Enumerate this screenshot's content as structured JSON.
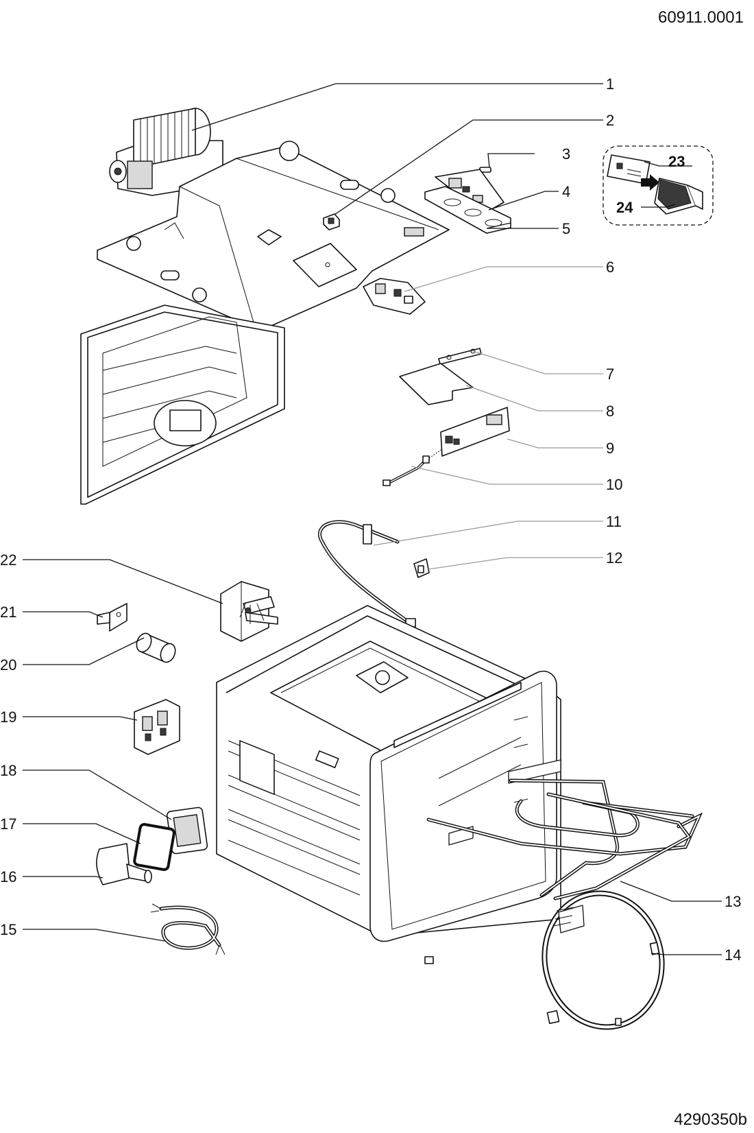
{
  "header": {
    "doc_number": "60911.0001"
  },
  "footer": {
    "drawing_number": "4290350b"
  },
  "callouts": {
    "c1": "1",
    "c2": "2",
    "c3": "3",
    "c4": "4",
    "c5": "5",
    "c6": "6",
    "c7": "7",
    "c8": "8",
    "c9": "9",
    "c10": "10",
    "c11": "11",
    "c12": "12",
    "c13": "13",
    "c14": "14",
    "c15": "15",
    "c16": "16",
    "c17": "17",
    "c18": "18",
    "c19": "19",
    "c20": "20",
    "c21": "21",
    "c22": "22",
    "c23": "23",
    "c24": "24"
  },
  "inset": {
    "style": "dashed-rounded-box",
    "arrow": "bold-right-arrow"
  }
}
